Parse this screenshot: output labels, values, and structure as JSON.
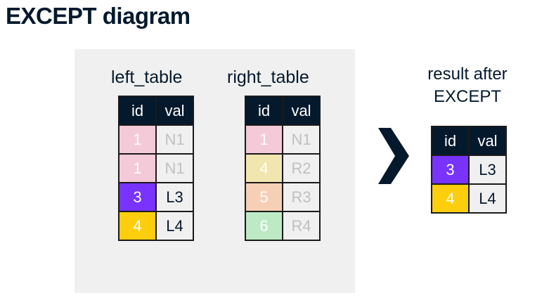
{
  "title": "EXCEPT diagram",
  "left_table": {
    "caption": "left_table",
    "headers": [
      "id",
      "val"
    ],
    "rows": [
      {
        "id": "1",
        "val": "N1",
        "color": "#f5c6d6",
        "faded": true
      },
      {
        "id": "1",
        "val": "N1",
        "color": "#f5c6d6",
        "faded": true
      },
      {
        "id": "3",
        "val": "L3",
        "color": "#7933ff",
        "faded": false
      },
      {
        "id": "4",
        "val": "L4",
        "color": "#fcce0d",
        "faded": false
      }
    ]
  },
  "right_table": {
    "caption": "right_table",
    "headers": [
      "id",
      "val"
    ],
    "rows": [
      {
        "id": "1",
        "val": "N1",
        "color": "#f5c6d6",
        "faded": true
      },
      {
        "id": "4",
        "val": "R2",
        "color": "#f2e6a8",
        "faded": true
      },
      {
        "id": "5",
        "val": "R3",
        "color": "#f7cdb0",
        "faded": true
      },
      {
        "id": "6",
        "val": "R4",
        "color": "#b8eac0",
        "faded": true
      }
    ]
  },
  "result_table": {
    "caption_line1": "result after",
    "caption_line2": "EXCEPT",
    "headers": [
      "id",
      "val"
    ],
    "rows": [
      {
        "id": "3",
        "val": "L3",
        "color": "#7933ff",
        "faded": false
      },
      {
        "id": "4",
        "val": "L4",
        "color": "#fcce0d",
        "faded": false
      }
    ]
  },
  "arrow_icon": "chevron-right-icon"
}
